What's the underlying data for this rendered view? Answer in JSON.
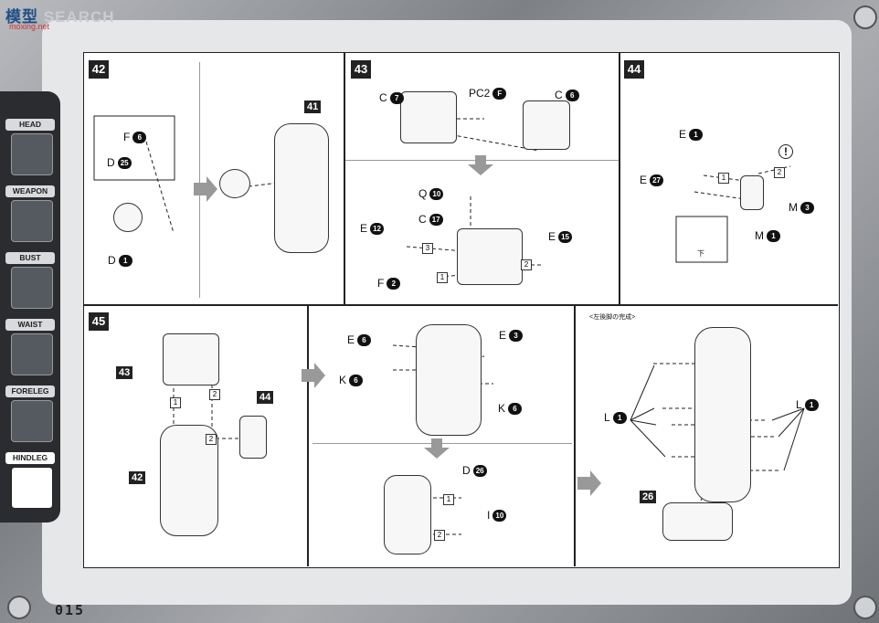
{
  "watermark": {
    "brand_cn": "模",
    "brand_mid": "型",
    "search": "SEARCH",
    "url": "moxing.net"
  },
  "sidebar": {
    "items": [
      {
        "label": "HEAD",
        "icon": "head-icon"
      },
      {
        "label": "WEAPON",
        "icon": "weapon-icon"
      },
      {
        "label": "BUST",
        "icon": "bust-icon"
      },
      {
        "label": "WAIST",
        "icon": "waist-icon"
      },
      {
        "label": "FORELEG",
        "icon": "foreleg-icon"
      },
      {
        "label": "HINDLEG",
        "icon": "hindleg-icon"
      }
    ],
    "active": "HINDLEG"
  },
  "page_number": "015",
  "steps": {
    "s42": {
      "no": "42",
      "tag": "41",
      "f": "F",
      "f_n": "6",
      "d": "D",
      "d_n": "25",
      "d2": "D",
      "d2_n": "1"
    },
    "s43": {
      "no": "43",
      "c1": "C",
      "c1_n": "7",
      "pc": "PC2",
      "pc_n": "F",
      "c2": "C",
      "c2_n": "6",
      "q": "Q",
      "q_n": "10",
      "c3": "C",
      "c3_n": "17",
      "e1": "E",
      "e1_n": "12",
      "e2": "E",
      "e2_n": "15",
      "f": "F",
      "f_n": "2",
      "o1": "3",
      "o2": "2",
      "o3": "1"
    },
    "s44": {
      "no": "44",
      "e1": "E",
      "e1_n": "1",
      "e2": "E",
      "e2_n": "27",
      "m1": "M",
      "m1_n": "3",
      "m2": "M",
      "m2_n": "1",
      "o1": "1",
      "o2": "2",
      "warn": "!",
      "note": "下"
    },
    "s45": {
      "no": "45",
      "t1": "43",
      "t2": "44",
      "t3": "42",
      "o1": "1",
      "o2": "2",
      "o3": "2",
      "e1": "E",
      "e1_n": "6",
      "e2": "E",
      "e2_n": "3",
      "k1": "K",
      "k1_n": "6",
      "k2": "K",
      "k2_n": "6",
      "d": "D",
      "d_n": "26",
      "i": "I",
      "i_n": "10",
      "o4": "1",
      "o5": "2",
      "caption": "<左後脚の完成>",
      "l1": "L",
      "l1_n": "1",
      "l2": "L",
      "l2_n": "1",
      "t4": "26"
    }
  }
}
